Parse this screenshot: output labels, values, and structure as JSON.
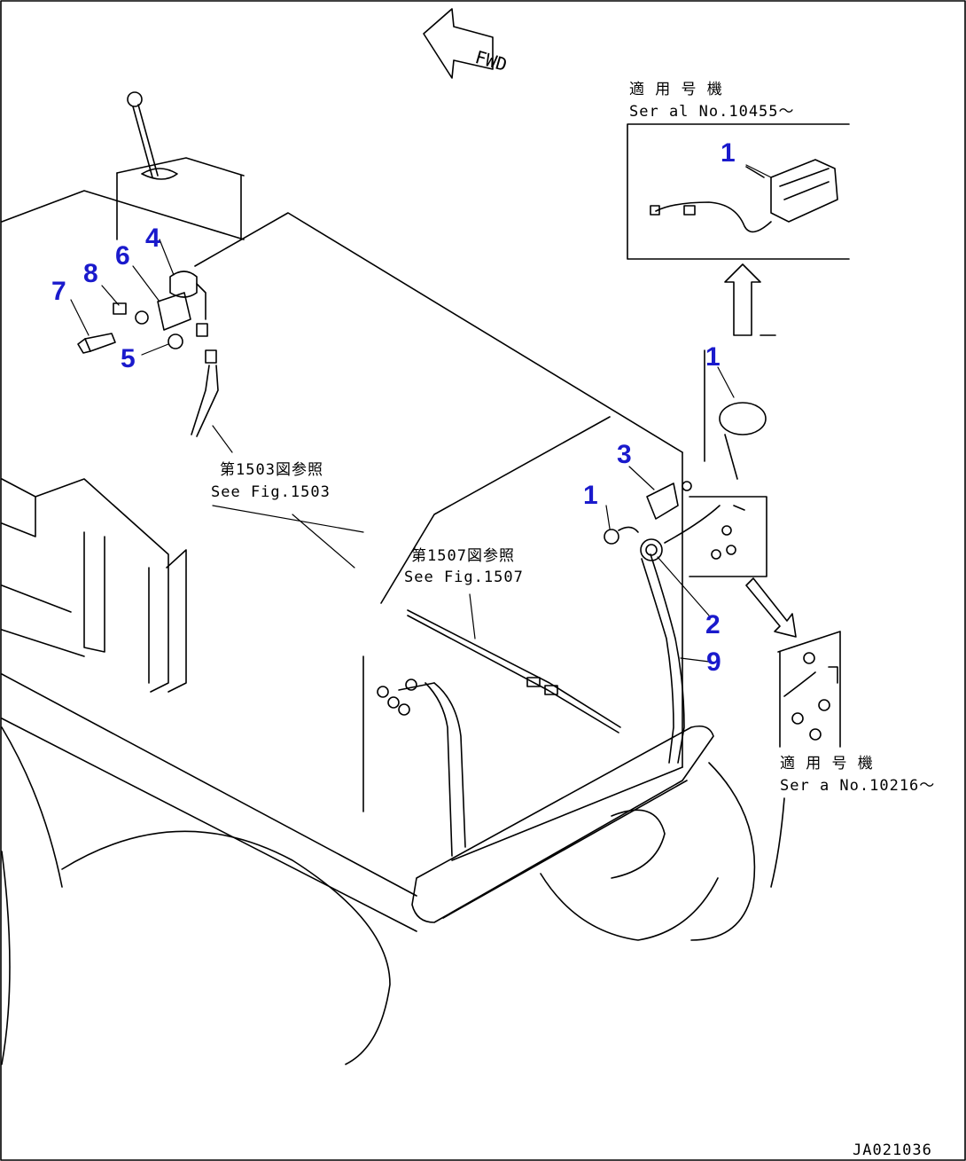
{
  "direction_marker": {
    "label": "FWD"
  },
  "serial_notes": {
    "top": {
      "jp": "適 用 号 機",
      "en": "Ser al No.10455～"
    },
    "bottom": {
      "jp": "適 用 号 機",
      "en": "Ser a  No.10216～"
    }
  },
  "references": {
    "fig1503": {
      "jp": "第1503図参照",
      "en": "See Fig.1503"
    },
    "fig1507": {
      "jp": "第1507図参照",
      "en": "See Fig.1507"
    }
  },
  "callouts": {
    "c1_detail": "1",
    "c1_lamp": "1",
    "c1_grommet": "1",
    "c2": "2",
    "c3": "3",
    "c4": "4",
    "c5": "5",
    "c6": "6",
    "c7": "7",
    "c8": "8",
    "c9": "9"
  },
  "drawing_code": "JA021036"
}
